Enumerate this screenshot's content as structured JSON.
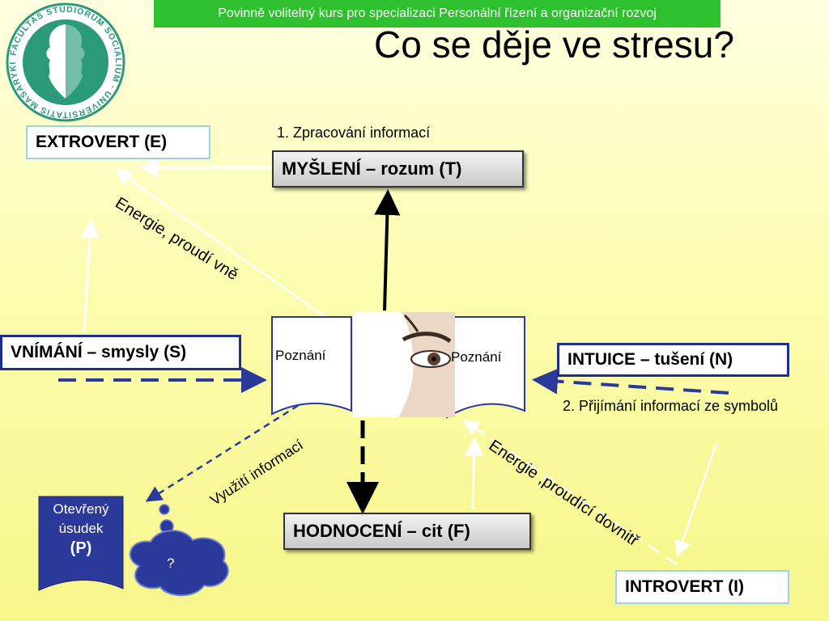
{
  "banner": {
    "text": "Povinně volitelný kurs  pro specializaci Personální řízení a organizační rozvoj"
  },
  "slide": {
    "title": "Co se děje ve stresu?"
  },
  "boxes": {
    "extrovert": "EXTROVERT (E)",
    "mysleni": "MYŠLENÍ – rozum (T)",
    "vnimani": "VNÍMÁNÍ – smysly (S)",
    "intuice": "INTUICE – tušení (N)",
    "hodnoceni": "HODNOCENÍ – cit (F)",
    "introvert": "INTROVERT (I)"
  },
  "labels": {
    "zpracovani": "1. Zpracování  informací",
    "prijimani": "2. Přijímání informací ze symbolů",
    "energie_out": "Energie,  proudí  vně",
    "vyuziti": "Využití  informací",
    "energie_in": "Energie ,proudící dovnitř",
    "poznani_left": "Poznání",
    "poznani_right": "Poznání"
  },
  "otevreny": {
    "line1": "Otevřený",
    "line2": "úsudek",
    "letter": "(P)"
  },
  "cloud": {
    "text": "?"
  },
  "logo": {
    "text": "FACULTAS STUDIORUM SOCIALIUM · UNIVERSITATIS MASARYKIANAE"
  },
  "colors": {
    "banner": "#2fc02f",
    "logo": "#2a9a7a",
    "blue_box_border": "#1e2e8c",
    "light_box_border": "#9fd2e6",
    "dashed_blue": "#2a3a9a",
    "document_shape": "#2b3a9a",
    "cloud": "#2b3a9a"
  }
}
